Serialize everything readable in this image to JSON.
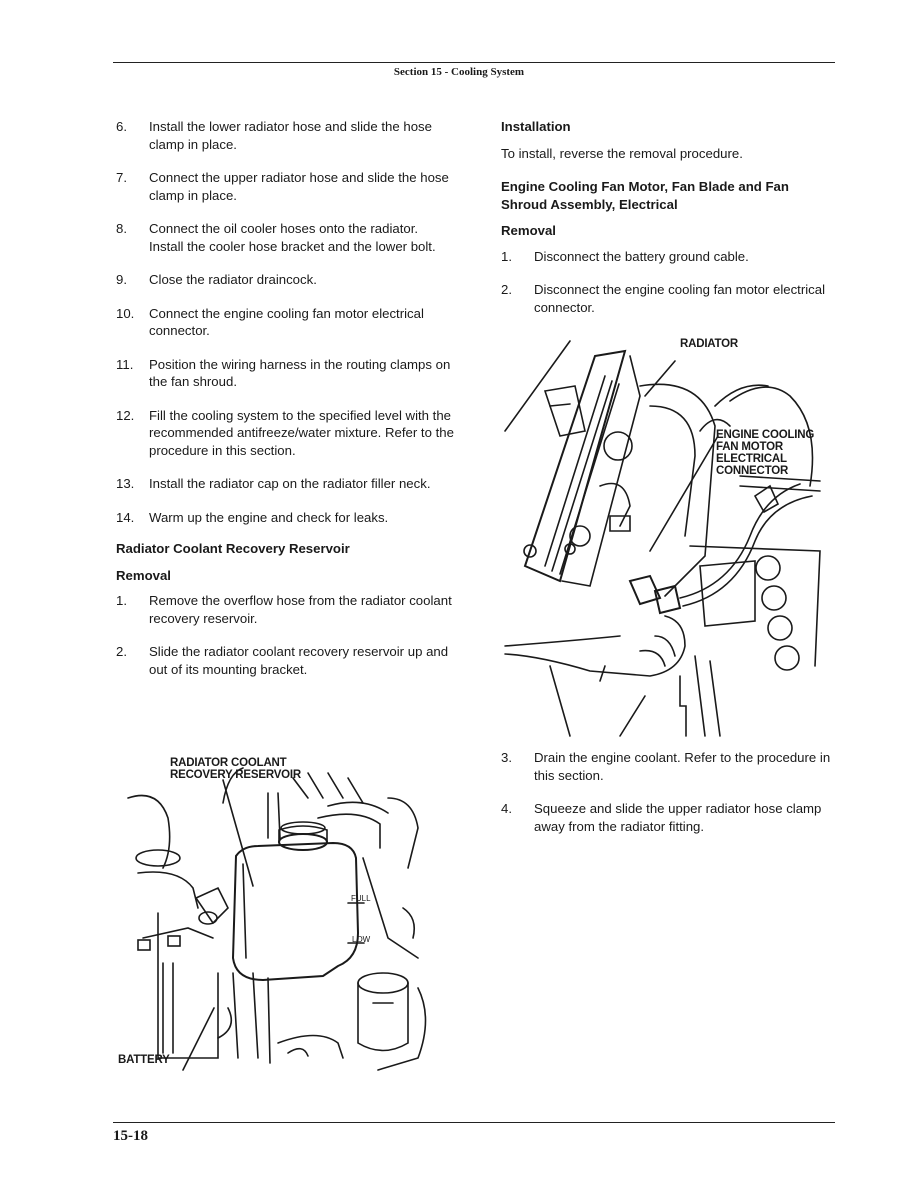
{
  "header": {
    "title": "Section 15 - Cooling System"
  },
  "footer": {
    "page_number": "15-18"
  },
  "left_column": {
    "steps_a": [
      {
        "num": "6.",
        "text": "Install the lower radiator hose and slide the hose clamp in place."
      },
      {
        "num": "7.",
        "text": "Connect the upper radiator hose and slide the hose clamp in place."
      },
      {
        "num": "8.",
        "text": "Connect the oil cooler hoses onto the radiator. Install the cooler hose bracket and the lower bolt."
      },
      {
        "num": "9.",
        "text": "Close the radiator draincock."
      },
      {
        "num": "10.",
        "text": "Connect the engine cooling fan motor electrical connector."
      },
      {
        "num": "11.",
        "text": "Position the wiring harness in the routing clamps on the fan shroud."
      },
      {
        "num": "12.",
        "text": "Fill the cooling system to the specified level with the recommended antifreeze/water mixture. Refer to the procedure in this section."
      },
      {
        "num": "13.",
        "text": "Install the radiator cap on the radiator filler neck."
      },
      {
        "num": "14.",
        "text": "Warm up the engine and check for leaks."
      }
    ],
    "section_heading": "Radiator Coolant Recovery Reservoir",
    "removal_heading": "Removal",
    "steps_b": [
      {
        "num": "1.",
        "text": "Remove the overflow hose from the radiator coolant recovery reservoir."
      },
      {
        "num": "2.",
        "text": "Slide the radiator coolant recovery reservoir up and out of its mounting bracket."
      }
    ],
    "figure": {
      "callout_reservoir_line1": "RADIATOR COOLANT",
      "callout_reservoir_line2": "RECOVERY RESERVOIR",
      "callout_battery": "BATTERY",
      "mark_full": "FULL",
      "mark_low": "LOW"
    }
  },
  "right_column": {
    "installation_heading": "Installation",
    "installation_text": "To install, reverse the removal procedure.",
    "section_heading": "Engine Cooling Fan Motor, Fan Blade and Fan Shroud Assembly, Electrical",
    "removal_heading": "Removal",
    "steps_a": [
      {
        "num": "1.",
        "text": "Disconnect the battery ground cable."
      },
      {
        "num": "2.",
        "text": "Disconnect the engine cooling fan motor electrical connector."
      }
    ],
    "figure": {
      "callout_radiator": "RADIATOR",
      "callout_connector_line1": "ENGINE COOLING",
      "callout_connector_line2": "FAN MOTOR",
      "callout_connector_line3": "ELECTRICAL",
      "callout_connector_line4": "CONNECTOR"
    },
    "steps_b": [
      {
        "num": "3.",
        "text": "Drain the engine coolant. Refer to the procedure in this section."
      },
      {
        "num": "4.",
        "text": "Squeeze and slide the upper radiator hose clamp away from the radiator fitting."
      }
    ]
  }
}
